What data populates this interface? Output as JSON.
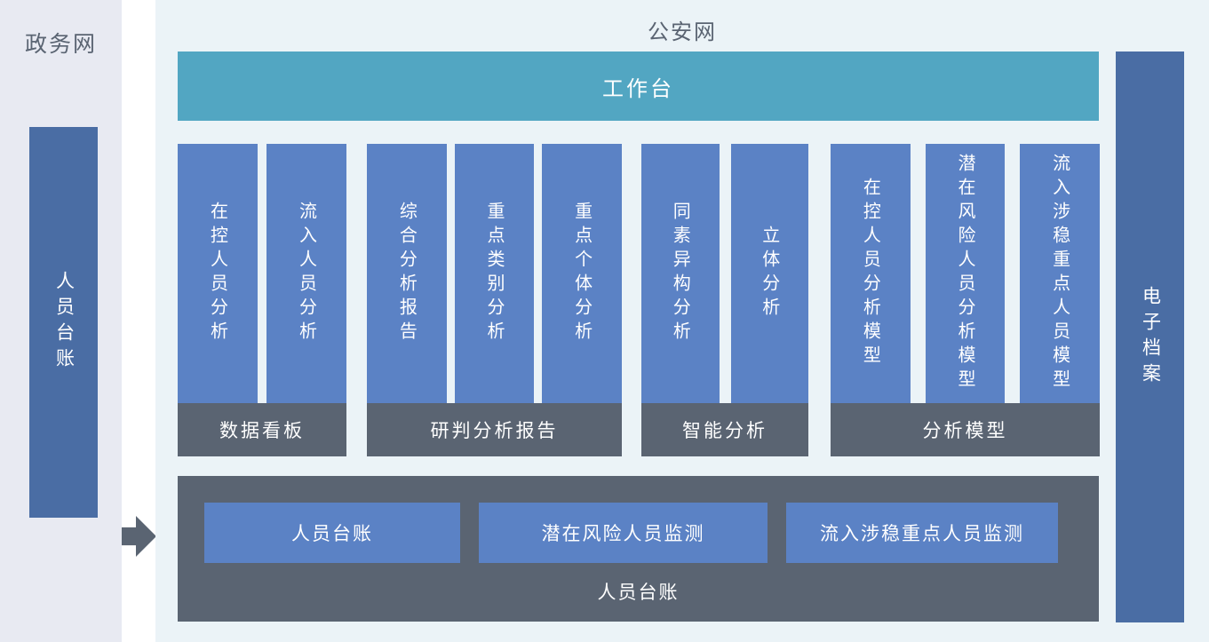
{
  "left_panel": {
    "title": "政务网",
    "bar_label": "人员台账"
  },
  "main_panel": {
    "title": "公安网",
    "workbench_label": "工作台",
    "groups": [
      {
        "label": "数据看板",
        "items": [
          "在控人员分析",
          "流入人员分析"
        ]
      },
      {
        "label": "研判分析报告",
        "items": [
          "综合分析报告",
          "重点类别分析",
          "重点个体分析"
        ]
      },
      {
        "label": "智能分析",
        "items": [
          "同素异构分析",
          "立体分析"
        ]
      },
      {
        "label": "分析模型",
        "items": [
          "在控人员分析模型",
          "潜在风险人员分析模型",
          "流入涉稳重点人员模型"
        ]
      }
    ],
    "bottom_box": {
      "buttons": [
        "人员台账",
        "潜在风险人员监测",
        "流入涉稳重点人员监测"
      ],
      "label": "人员台账"
    },
    "right_bar_label": "电子档案"
  },
  "icons": {
    "flow_arrow": "right-arrow"
  },
  "colors": {
    "left_panel_bg": "#e8eaf2",
    "main_panel_bg": "#ebf3f7",
    "workbench_teal": "#52a6c2",
    "module_blue": "#5b82c5",
    "section_slate": "#5a6472",
    "side_bar_navy": "#4a6da4",
    "text_dark": "#5a6472",
    "text_light": "#ffffff"
  }
}
